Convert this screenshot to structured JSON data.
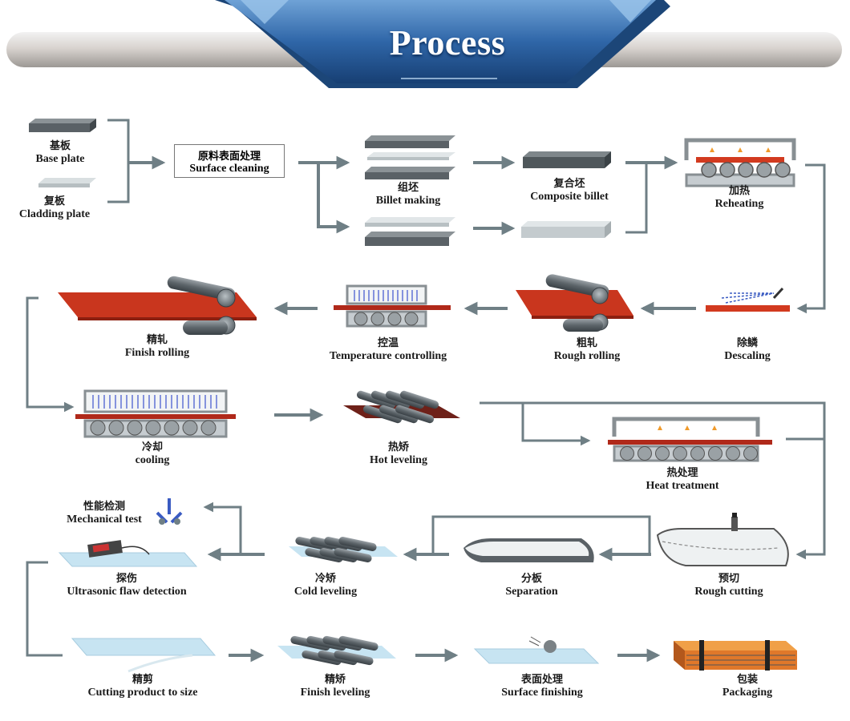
{
  "header": {
    "title": "Process"
  },
  "colors": {
    "arrow": "#6f7f85",
    "plate_dark": "#5a6166",
    "plate_light": "#cfd6d8",
    "hot_plate": "#c9361e",
    "furnace": "#c6ccd0",
    "sheet_blue": "#c7e4f2",
    "package": "#e9842a",
    "header_blue": "#2f66a8"
  },
  "steps": {
    "base_plate": {
      "cn": "基板",
      "en": "Base plate"
    },
    "cladding_plate": {
      "cn": "复板",
      "en": "Cladding plate"
    },
    "surface_cleaning": {
      "cn": "原料表面处理",
      "en": "Surface cleaning"
    },
    "billet_making": {
      "cn": "组坯",
      "en": "Billet making"
    },
    "composite_billet": {
      "cn": "复合坯",
      "en": "Composite billet"
    },
    "reheating": {
      "cn": "加热",
      "en": "Reheating"
    },
    "descaling": {
      "cn": "除鳞",
      "en": "Descaling"
    },
    "rough_rolling": {
      "cn": "粗轧",
      "en": "Rough rolling"
    },
    "temperature_controlling": {
      "cn": "控温",
      "en": "Temperature controlling"
    },
    "finish_rolling": {
      "cn": "精轧",
      "en": "Finish rolling"
    },
    "cooling": {
      "cn": "冷却",
      "en": "cooling"
    },
    "hot_leveling": {
      "cn": "热矫",
      "en": "Hot leveling"
    },
    "heat_treatment": {
      "cn": "热处理",
      "en": "Heat treatment"
    },
    "mechanical_test": {
      "cn": "性能检测",
      "en": "Mechanical test"
    },
    "ultrasonic": {
      "cn": "探伤",
      "en": "Ultrasonic flaw detection"
    },
    "cold_leveling": {
      "cn": "冷矫",
      "en": "Cold leveling"
    },
    "separation": {
      "cn": "分板",
      "en": "Separation"
    },
    "rough_cutting": {
      "cn": "预切",
      "en": "Rough cutting"
    },
    "cutting_to_size": {
      "cn": "精剪",
      "en": "Cutting product to size"
    },
    "finish_leveling": {
      "cn": "精矫",
      "en": "Finish leveling"
    },
    "surface_finishing": {
      "cn": "表面处理",
      "en": "Surface finishing"
    },
    "packaging": {
      "cn": "包装",
      "en": "Packaging"
    }
  }
}
